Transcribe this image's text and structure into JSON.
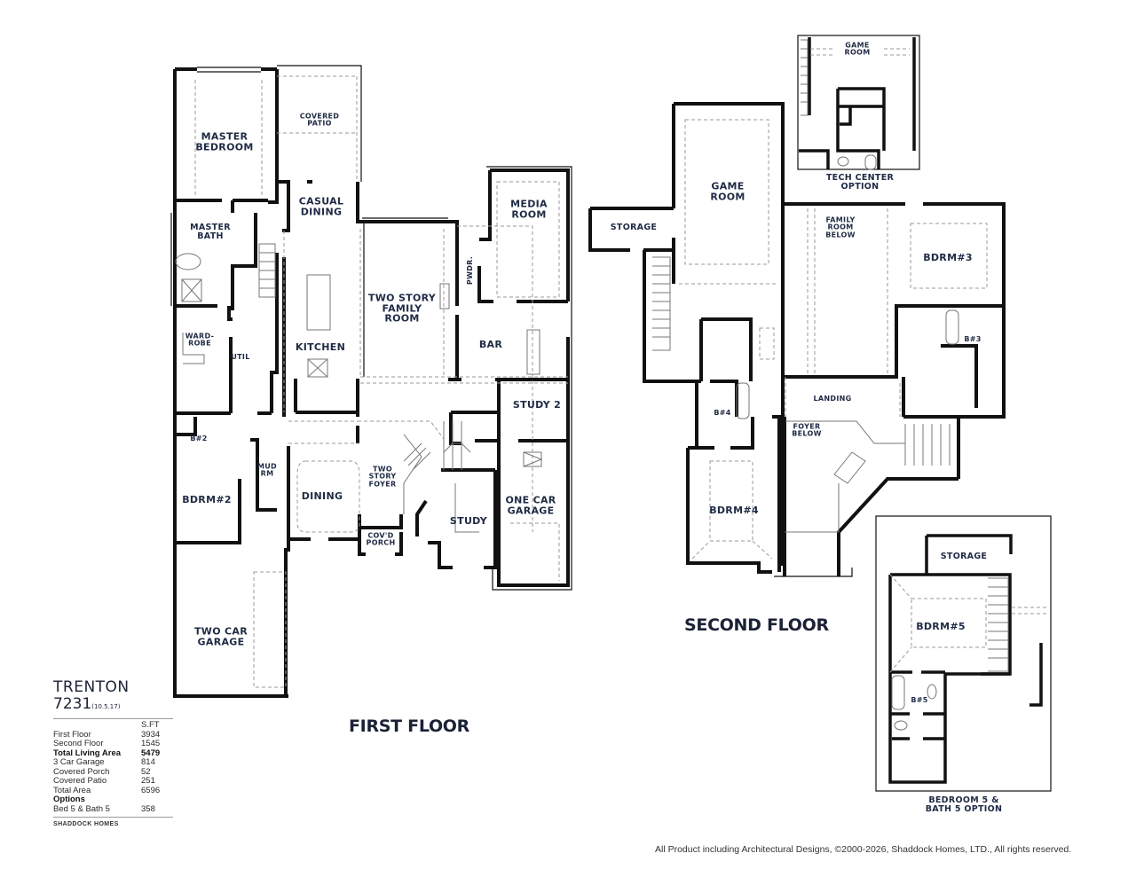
{
  "plan": {
    "name": "TRENTON",
    "model_number": "7231",
    "revision": "(10.5.17)",
    "builder": "SHADDOCK HOMES"
  },
  "area_table": {
    "unit_header": "S.FT",
    "rows": [
      {
        "label": "First Floor",
        "value": "3934",
        "bold": false
      },
      {
        "label": "Second Floor",
        "value": "1545",
        "bold": false
      },
      {
        "label": "Total Living Area",
        "value": "5479",
        "bold": true
      },
      {
        "label": "3 Car Garage",
        "value": "814",
        "bold": false
      },
      {
        "label": "Covered Porch",
        "value": "52",
        "bold": false
      },
      {
        "label": "Covered Patio",
        "value": "251",
        "bold": false
      },
      {
        "label": "Total Area",
        "value": "6596",
        "bold": false
      },
      {
        "label": "Options",
        "value": "",
        "bold": true
      },
      {
        "label": "Bed 5 & Bath 5",
        "value": "358",
        "bold": false
      }
    ]
  },
  "first_floor": {
    "title": "FIRST FLOOR",
    "rooms": {
      "master_bedroom": "MASTER\nBEDROOM",
      "covered_patio": "COVERED\nPATIO",
      "casual_dining": "CASUAL\nDINING",
      "master_bath": "MASTER\nBATH",
      "wardrobe": "WARD-\nROBE",
      "util": "UTIL",
      "kitchen": "KITCHEN",
      "family_room": "TWO STORY\nFAMILY\nROOM",
      "media_room": "MEDIA\nROOM",
      "powder": "PWDR.",
      "bar": "BAR",
      "study2": "STUDY 2",
      "bath2": "B#2",
      "mud_room": "MUD\nRM",
      "bedroom2": "BDRM#2",
      "dining": "DINING",
      "foyer": "TWO\nSTORY\nFOYER",
      "covered_porch": "COV'D\nPORCH",
      "study": "STUDY",
      "one_car_garage": "ONE CAR\nGARAGE",
      "two_car_garage": "TWO CAR\nGARAGE"
    }
  },
  "second_floor": {
    "title": "SECOND FLOOR",
    "rooms": {
      "storage": "STORAGE",
      "game_room": "GAME\nROOM",
      "family_room_below": "FAMILY\nROOM\nBELOW",
      "bedroom3": "BDRM#3",
      "bath3": "B#3",
      "bath4": "B#4",
      "landing": "LANDING",
      "foyer_below": "FOYER\nBELOW",
      "bedroom4": "BDRM#4"
    }
  },
  "tech_center_option": {
    "title": "TECH CENTER\nOPTION",
    "game_room": "GAME\nROOM"
  },
  "bedroom5_option": {
    "title": "BEDROOM 5 &\nBATH 5 OPTION",
    "storage": "STORAGE",
    "bedroom5": "BDRM#5",
    "bath5": "B#5"
  },
  "footer": {
    "copyright": "All Product including Architectural Designs, ©2000-2026, Shaddock Homes, LTD., All rights reserved."
  },
  "colors": {
    "wall": "#111111",
    "label": "#1f2a44",
    "dashed": "#9a9a9a"
  }
}
